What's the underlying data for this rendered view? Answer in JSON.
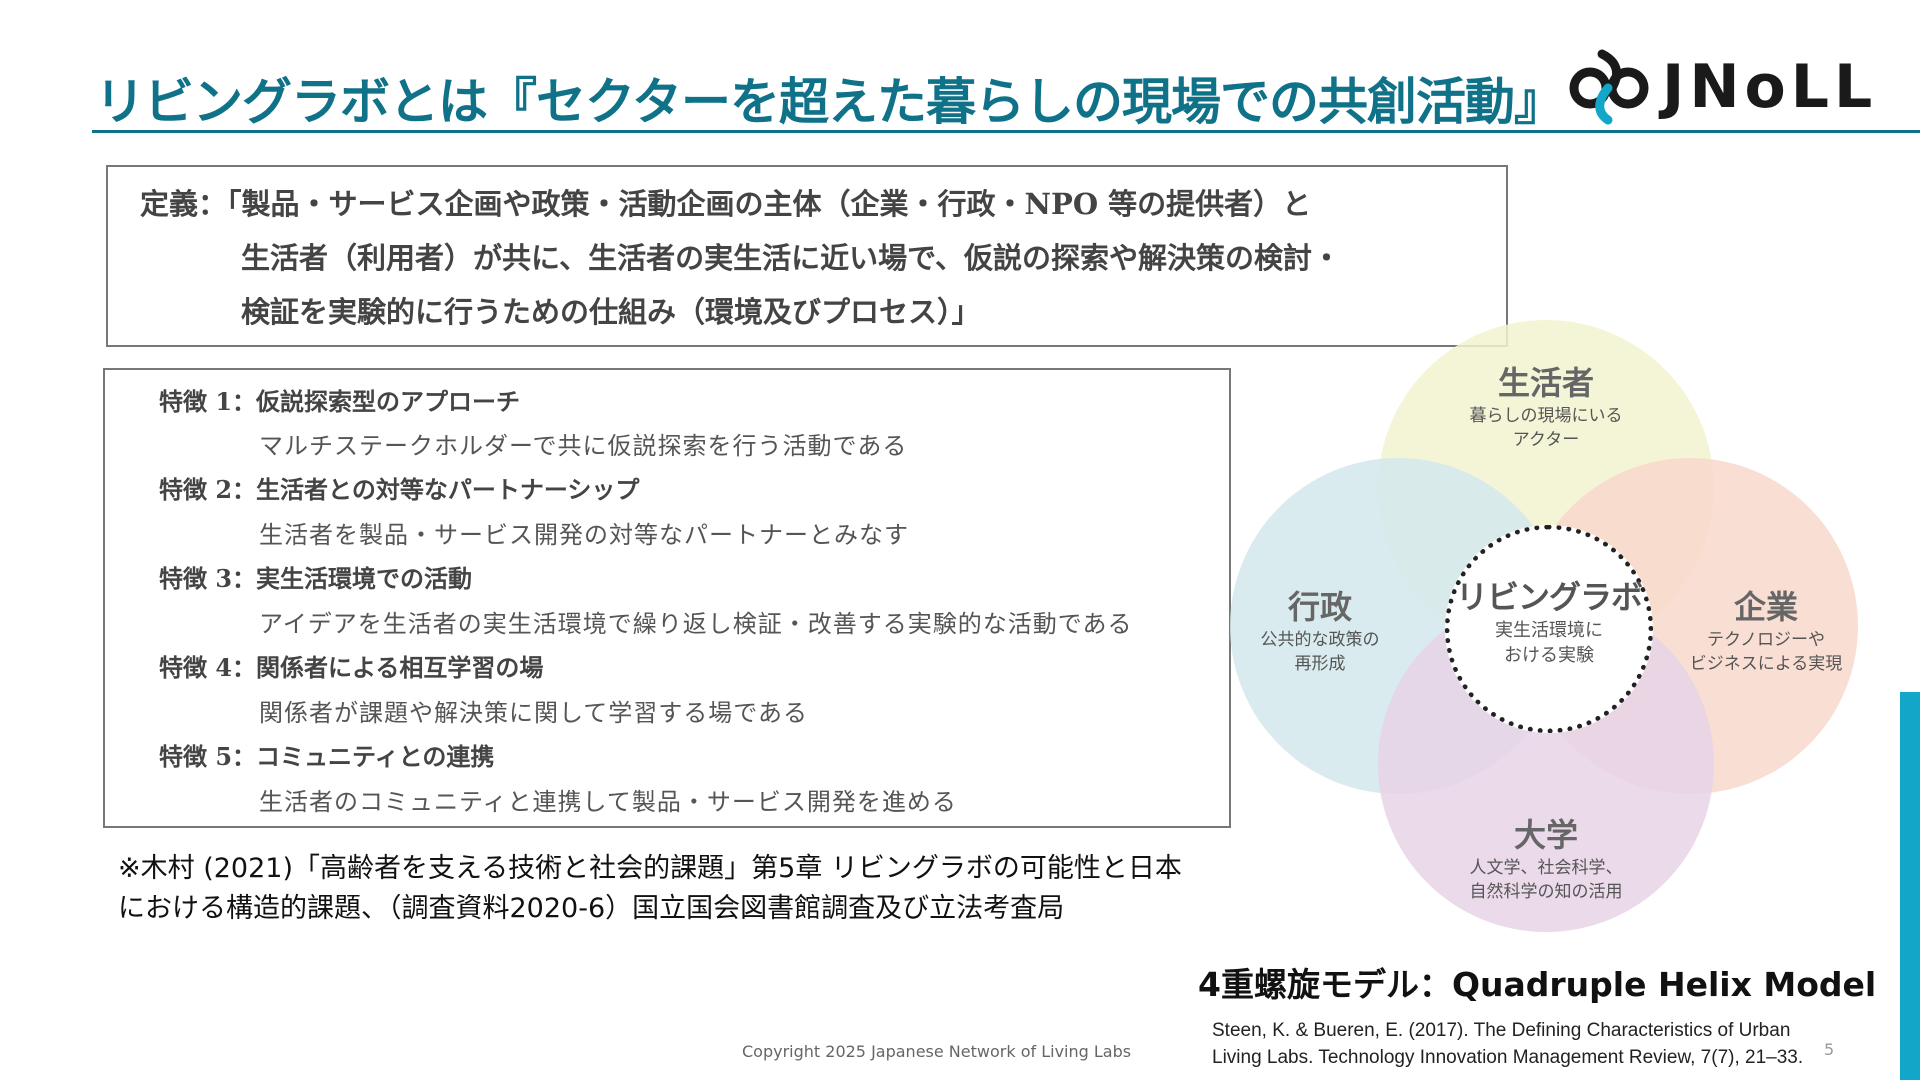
{
  "slide": {
    "title": "リビングラボとは『セクターを超えた暮らしの現場での共創活動』",
    "logo_text": "JNoLL",
    "definition": [
      "定義：「製品・サービス企画や政策・活動企画の主体（企業・行政・NPO 等の提供者）と",
      "生活者（利用者）が共に、生活者の実生活に近い場で、仮説の探索や解決策の検討・",
      "検証を実験的に行うための仕組み（環境及びプロセス）」"
    ],
    "features": [
      {
        "head": "特徴 1：仮説探索型のアプローチ",
        "desc": "マルチステークホルダーで共に仮説探索を行う活動である"
      },
      {
        "head": "特徴 2：生活者との対等なパートナーシップ",
        "desc": "生活者を製品・サービス開発の対等なパートナーとみなす"
      },
      {
        "head": "特徴 3：実生活環境での活動",
        "desc": "アイデアを生活者の実生活環境で繰り返し検証・改善する実験的な活動である"
      },
      {
        "head": "特徴 4：関係者による相互学習の場",
        "desc": "関係者が課題や解決策に関して学習する場である"
      },
      {
        "head": "特徴 5：コミュニティとの連携",
        "desc": "生活者のコミュニティと連携して製品・サービス開発を進める"
      }
    ],
    "citation": [
      "※木村 (2021)「高齢者を支える技術と社会的課題」第5章 リビングラボの可能性と日本",
      "における構造的課題、（調査資料2020-6）国立国会図書館調査及び立法考査局"
    ],
    "copyright": "Copyright 2025  Japanese Network of Living Labs",
    "page_number": "5",
    "venn": {
      "top": {
        "title": "生活者",
        "sub": [
          "暮らしの現場にいる",
          "アクター"
        ],
        "color": "#f2f2cf"
      },
      "left": {
        "title": "行政",
        "sub": [
          "公共的な政策の",
          "再形成"
        ],
        "color": "#d2e8ec"
      },
      "right": {
        "title": "企業",
        "sub": [
          "テクノロジーや",
          "ビジネスによる実現"
        ],
        "color": "#f8d8cc"
      },
      "bottom": {
        "title": "大学",
        "sub": [
          "人文学、社会科学、",
          "自然科学の知の活用"
        ],
        "color": "#e6d3e6"
      },
      "center": {
        "title": "リビングラボ",
        "sub": [
          "実生活環境に",
          "おける実験"
        ]
      }
    },
    "model_label": "4重螺旋モデル：Quadruple Helix Model",
    "reference": [
      "Steen, K. & Bueren, E. (2017). The Defining Characteristics of Urban",
      "Living Labs. Technology Innovation Management Review, 7(7), 21–33."
    ],
    "accent_color": "#0f7288",
    "side_bar_color": "#12a6c8"
  }
}
